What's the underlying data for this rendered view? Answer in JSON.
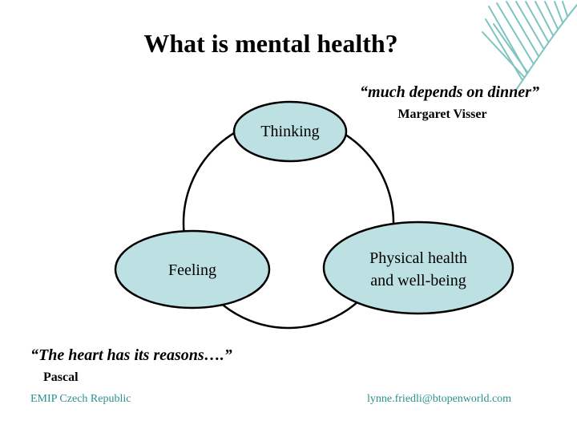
{
  "slide": {
    "title": "What is mental health?",
    "quote_top": "“much depends on dinner”",
    "author_top": "Margaret Visser",
    "quote_bottom": "“The heart has its reasons….”",
    "author_bottom": "Pascal",
    "footer_left": "EMIP Czech Republic",
    "footer_right": "lynne.friedli@btopenworld.com"
  },
  "diagram": {
    "nodes": {
      "thinking": "Thinking",
      "feeling": "Feeling",
      "physical_line1": "Physical health",
      "physical_line2": "and well-being"
    }
  },
  "colors": {
    "node_fill": "#bde0e3",
    "footer_text": "#2a9090",
    "palm_leaf": "#7fc4c0"
  },
  "icons": {
    "corner": "palm-leaf-icon"
  }
}
